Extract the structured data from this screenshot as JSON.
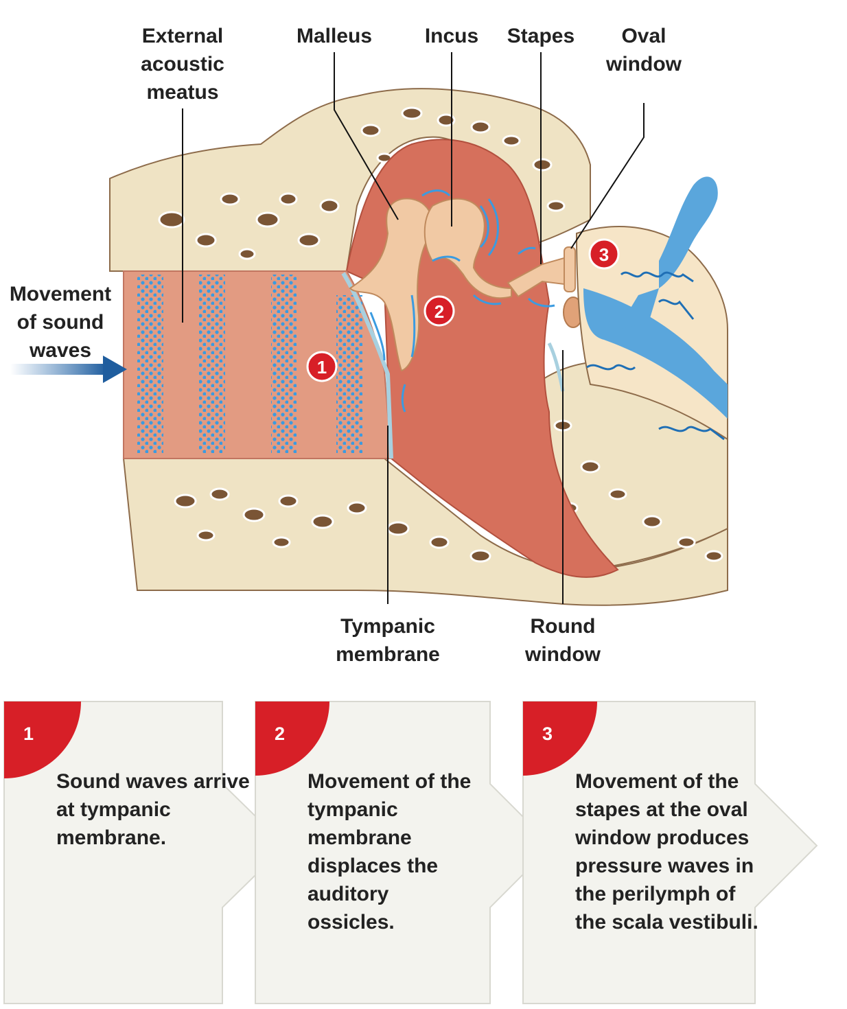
{
  "labels": {
    "external_acoustic_meatus": "External\nacoustic\nmeatus",
    "malleus": "Malleus",
    "incus": "Incus",
    "stapes": "Stapes",
    "oval_window": "Oval\nwindow",
    "movement_of_sound_waves": "Movement\nof sound\nwaves",
    "tympanic_membrane": "Tympanic\nmembrane",
    "round_window": "Round\nwindow"
  },
  "markers": [
    "1",
    "2",
    "3"
  ],
  "steps": [
    {
      "number": "1",
      "text": "Sound waves arrive at tympanic membrane."
    },
    {
      "number": "2",
      "text": "Movement of the tympanic membrane displaces the auditory ossicles."
    },
    {
      "number": "3",
      "text": "Movement of the stapes at the oval window produces pressure waves in the perilymph of the scala vestibuli."
    }
  ],
  "colors": {
    "accent_red": "#d71f27",
    "bone": "#efe3c4",
    "canal": "#e29b82",
    "cavity": "#d6705c",
    "fluid_blue": "#5aa6dc",
    "card_bg": "#f3f3ee"
  }
}
